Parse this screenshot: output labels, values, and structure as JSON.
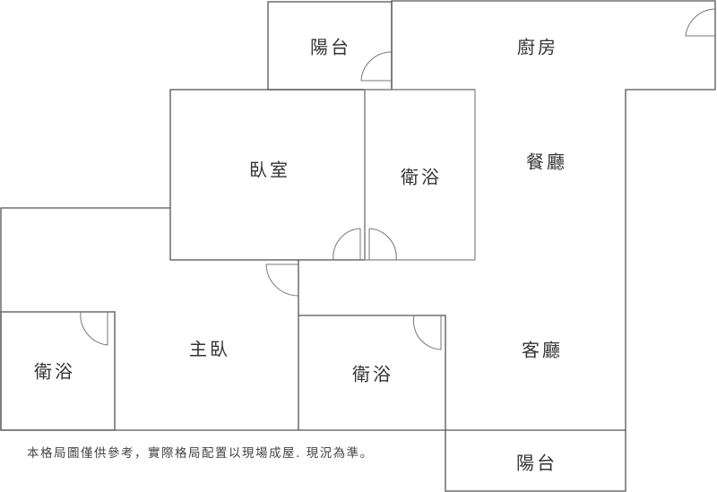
{
  "rooms": {
    "balcony_top": "陽台",
    "kitchen": "廚房",
    "bedroom": "臥室",
    "bath_center": "衛浴",
    "dining": "餐廳",
    "master_bedroom": "主臥",
    "bath_left": "衛浴",
    "bath_middle": "衛浴",
    "living": "客廳",
    "balcony_bottom": "陽台"
  },
  "note": "本格局圖僅供參考，實際格局配置以現場成屋. 現況為準。",
  "colors": {
    "wall": "#555555",
    "door": "#777777"
  }
}
